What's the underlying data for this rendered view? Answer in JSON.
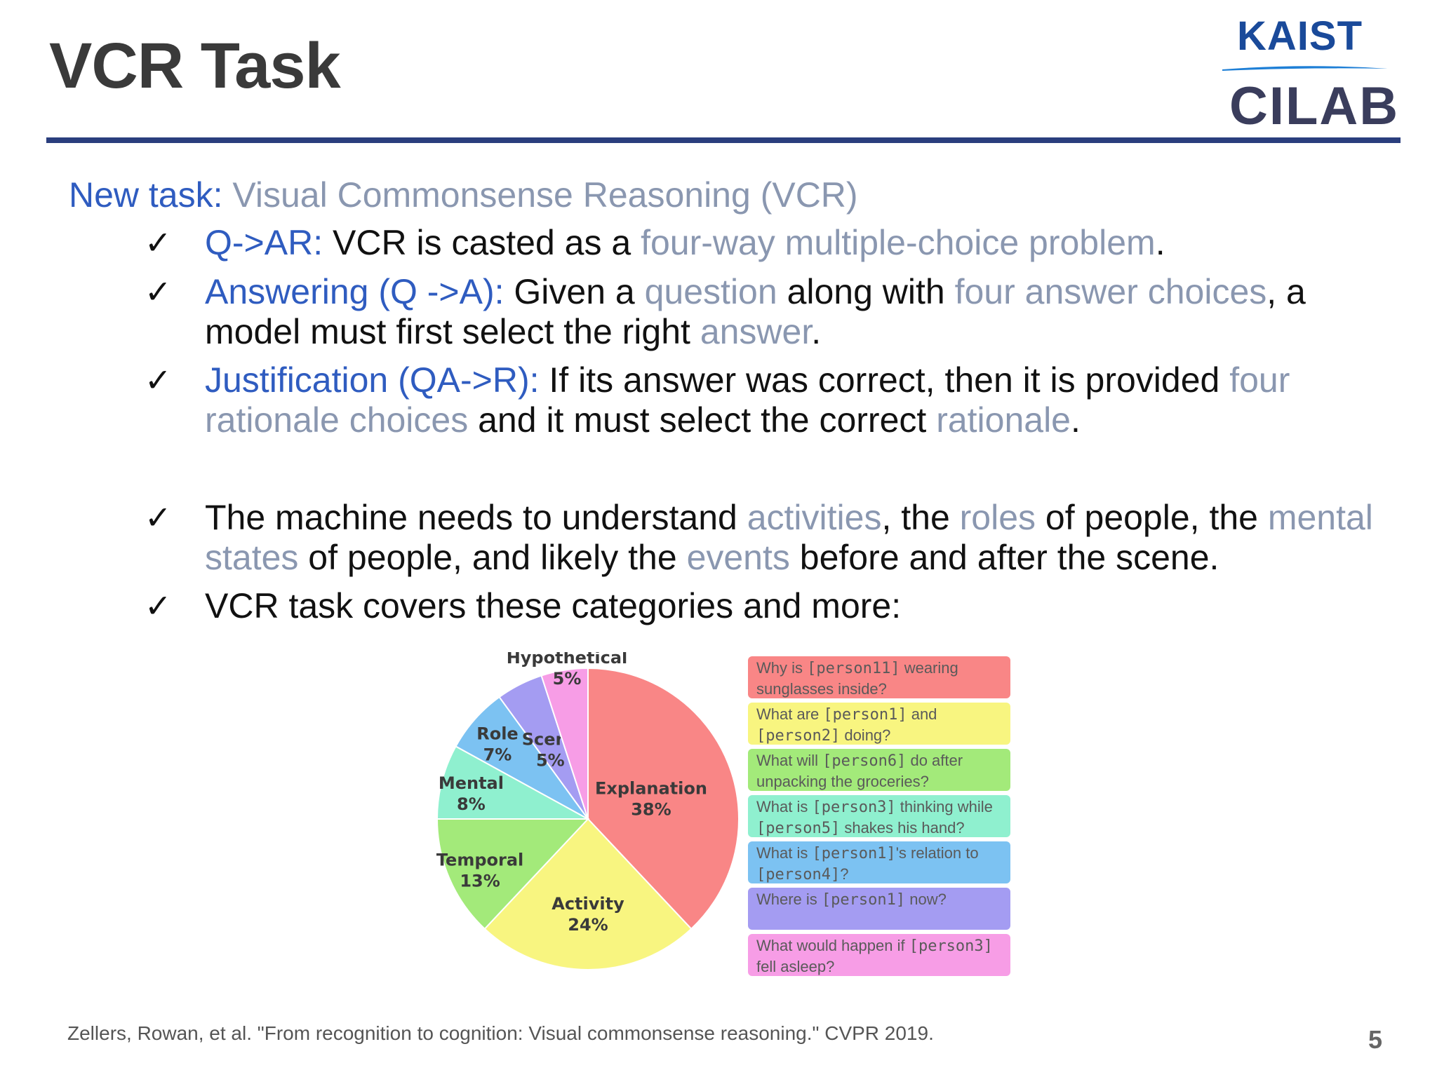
{
  "slide": {
    "title": "VCR Task",
    "logo": {
      "top": "KAIST",
      "bottom": "CILAB"
    },
    "intro": {
      "label": "New task:",
      "text": "Visual Commonsense Reasoning (VCR)"
    },
    "bullets": [
      {
        "parts": [
          {
            "t": "Q->AR:",
            "c": "blue"
          },
          {
            "t": " VCR is casted as a ",
            "c": "black"
          },
          {
            "t": "four-way multiple-choice problem",
            "c": "grey"
          },
          {
            "t": ".",
            "c": "black"
          }
        ]
      },
      {
        "parts": [
          {
            "t": "Answering (Q ->A):",
            "c": "blue"
          },
          {
            "t": " Given a ",
            "c": "black"
          },
          {
            "t": "question",
            "c": "grey"
          },
          {
            "t": " along with ",
            "c": "black"
          },
          {
            "t": "four answer choices",
            "c": "grey"
          },
          {
            "t": ", a model must first select the right ",
            "c": "black"
          },
          {
            "t": "answer",
            "c": "grey"
          },
          {
            "t": ".",
            "c": "black"
          }
        ]
      },
      {
        "parts": [
          {
            "t": "Justification (QA->R):",
            "c": "blue"
          },
          {
            "t": " If its answer was correct, then it is provided ",
            "c": "black"
          },
          {
            "t": "four rationale choices",
            "c": "grey"
          },
          {
            "t": " and it must select the correct ",
            "c": "black"
          },
          {
            "t": "rationale",
            "c": "grey"
          },
          {
            "t": ".",
            "c": "black"
          }
        ]
      },
      {
        "parts": [
          {
            "t": "The machine needs to understand ",
            "c": "black"
          },
          {
            "t": "activities",
            "c": "grey"
          },
          {
            "t": ", the ",
            "c": "black"
          },
          {
            "t": "roles",
            "c": "grey"
          },
          {
            "t": " of people, the ",
            "c": "black"
          },
          {
            "t": "mental states",
            "c": "grey"
          },
          {
            "t": " of people, and likely the ",
            "c": "black"
          },
          {
            "t": "events",
            "c": "grey"
          },
          {
            "t": " before and after the scene.",
            "c": "black"
          }
        ]
      },
      {
        "parts": [
          {
            "t": "VCR task covers these categories and more:",
            "c": "black"
          }
        ]
      }
    ],
    "check_glyph": "✓",
    "citation": "Zellers, Rowan, et al. \"From recognition to cognition: Visual commonsense reasoning.\" CVPR 2019.",
    "page_number": "5"
  },
  "chart_data": {
    "type": "pie",
    "title": "",
    "slices": [
      {
        "label": "Explanation",
        "value": 38,
        "pct_label": "38%",
        "color": "#f98686"
      },
      {
        "label": "Activity",
        "value": 24,
        "pct_label": "24%",
        "color": "#f8f580"
      },
      {
        "label": "Temporal",
        "value": 13,
        "pct_label": "13%",
        "color": "#a3ea7a"
      },
      {
        "label": "Mental",
        "value": 8,
        "pct_label": "8%",
        "color": "#8ff0cf"
      },
      {
        "label": "Role",
        "value": 7,
        "pct_label": "7%",
        "color": "#7cc2f2"
      },
      {
        "label": "Scene",
        "value": 5,
        "pct_label": "5%",
        "color": "#a49cf2"
      },
      {
        "label": "Hypothetical",
        "value": 5,
        "pct_label": "5%",
        "color": "#f79de6"
      }
    ],
    "example_questions": [
      {
        "segments": [
          [
            "Why is ",
            0
          ],
          [
            "[person11]",
            1
          ],
          [
            " wearing sunglasses inside?",
            0
          ]
        ],
        "color": "#f98686"
      },
      {
        "segments": [
          [
            "What are ",
            0
          ],
          [
            "[person1]",
            1
          ],
          [
            " and ",
            0
          ],
          [
            "[person2]",
            1
          ],
          [
            " doing?",
            0
          ]
        ],
        "color": "#f8f580"
      },
      {
        "segments": [
          [
            "What will ",
            0
          ],
          [
            "[person6]",
            1
          ],
          [
            " do after unpacking the groceries?",
            0
          ]
        ],
        "color": "#a3ea7a"
      },
      {
        "segments": [
          [
            "What is ",
            0
          ],
          [
            "[person3]",
            1
          ],
          [
            " thinking while ",
            0
          ],
          [
            "[person5]",
            1
          ],
          [
            " shakes his hand?",
            0
          ]
        ],
        "color": "#8ff0cf"
      },
      {
        "segments": [
          [
            "What is ",
            0
          ],
          [
            "[person1]",
            1
          ],
          [
            "'s relation to ",
            0
          ],
          [
            "[person4]",
            1
          ],
          [
            "?",
            0
          ]
        ],
        "color": "#7cc2f2"
      },
      {
        "segments": [
          [
            "Where is ",
            0
          ],
          [
            "[person1]",
            1
          ],
          [
            " now?",
            0
          ]
        ],
        "color": "#a49cf2"
      },
      {
        "segments": [
          [
            "What would happen if ",
            0
          ],
          [
            "[person3]",
            1
          ],
          [
            " fell asleep?",
            0
          ]
        ],
        "color": "#f79de6"
      }
    ]
  }
}
